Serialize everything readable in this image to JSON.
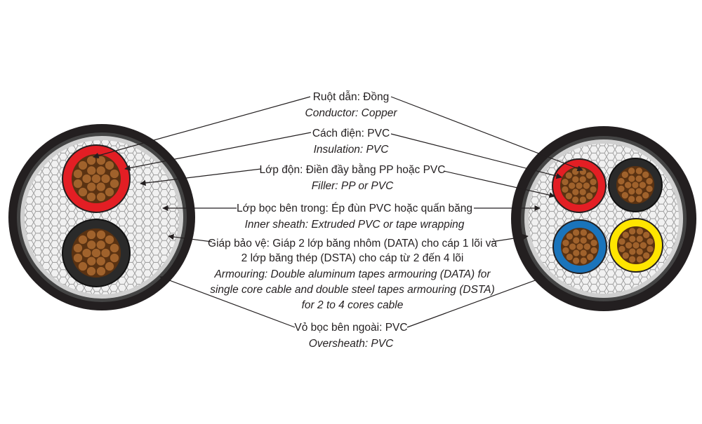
{
  "labels": [
    {
      "vi": "Ruột dẫn: Đồng",
      "en": "Conductor: Copper"
    },
    {
      "vi": "Cách điện: PVC",
      "en": "Insulation: PVC"
    },
    {
      "vi": "Lớp độn: Điền đầy bằng PP hoặc PVC",
      "en": "Filler: PP or PVC"
    },
    {
      "vi": "Lớp bọc bên trong: Ép đùn PVC hoặc quấn băng",
      "en": "Inner sheath: Extruded PVC or tape wrapping"
    },
    {
      "vi_1": "Giáp bảo vệ: Giáp 2 lớp băng nhôm (DATA) cho cáp 1 lõi và",
      "vi_2": "2 lớp băng thép (DSTA) cho cáp từ 2 đến 4 lõi",
      "en_1": "Armouring: Double aluminum tapes armouring (DATA) for",
      "en_2": "single core cable and double steel tapes armouring (DSTA)",
      "en_3": "for 2 to 4 cores cable"
    },
    {
      "vi": "Vỏ bọc bên ngoài: PVC",
      "en": "Oversheath: PVC"
    }
  ],
  "colors": {
    "oversheath": "#231f20",
    "armour": "#3a3a3a",
    "inner_sheath": "#d9d9d9",
    "filler": "#eeeeee",
    "copper": "#a0622c",
    "copper_dark": "#5a3212",
    "insulation_red": "#e31e24",
    "insulation_black": "#2a2a2a",
    "insulation_blue": "#1a74bb",
    "insulation_yellow": "#ffe500",
    "leader": "#231f20"
  }
}
